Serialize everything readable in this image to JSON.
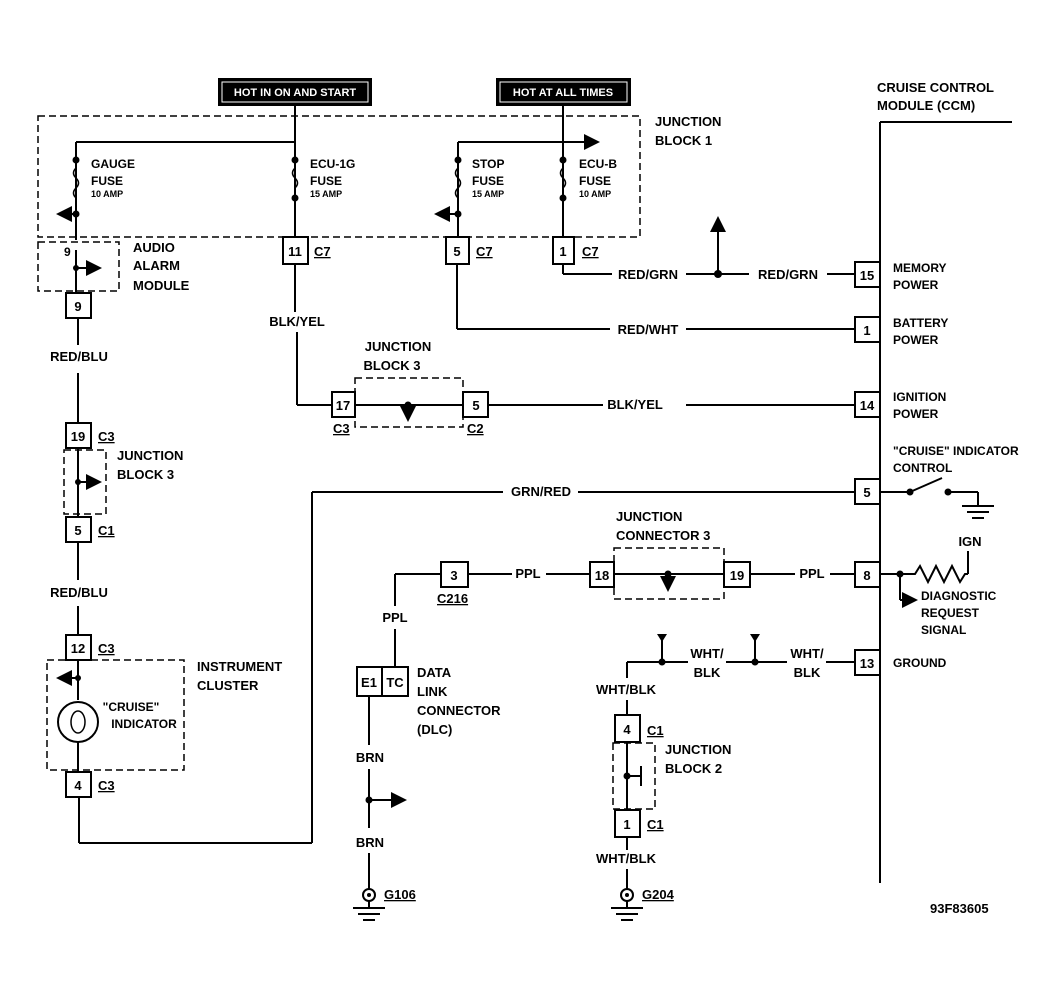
{
  "banners": {
    "hot_on_start": "HOT IN ON AND START",
    "hot_all_times": "HOT AT ALL TIMES"
  },
  "ccm": {
    "title1": "CRUISE CONTROL",
    "title2": "MODULE (CCM)"
  },
  "jb1": {
    "line1": "JUNCTION",
    "line2": "BLOCK 1"
  },
  "fuses": {
    "gauge": {
      "name": "GAUGE",
      "type": "FUSE",
      "rating": "10 AMP"
    },
    "ecu1g": {
      "name": "ECU-1G",
      "type": "FUSE",
      "rating": "15 AMP"
    },
    "stop": {
      "name": "STOP",
      "type": "FUSE",
      "rating": "15 AMP"
    },
    "ecub": {
      "name": "ECU-B",
      "type": "FUSE",
      "rating": "10 AMP"
    }
  },
  "audio": {
    "line1": "AUDIO",
    "line2": "ALARM",
    "line3": "MODULE",
    "pin_top": "9",
    "pin": "9"
  },
  "c7": {
    "pin11": "11",
    "pin5": "5",
    "pin1": "1",
    "conn": "C7"
  },
  "wires": {
    "blk_yel_1": "BLK/YEL",
    "red_grn_1": "RED/GRN",
    "red_grn_2": "RED/GRN",
    "red_wht": "RED/WHT",
    "blk_yel_2": "BLK/YEL",
    "grn_red": "GRN/RED",
    "ppl_1": "PPL",
    "ppl_2": "PPL",
    "ppl_3": "PPL",
    "red_blu_1": "RED/BLU",
    "red_blu_2": "RED/BLU",
    "wht_blk_a1": "WHT/",
    "wht_blk_a2": "BLK",
    "wht_blk_b1": "WHT/",
    "wht_blk_b2": "BLK",
    "wht_blk_3": "WHT/BLK",
    "wht_blk_4": "WHT/BLK",
    "brn_1": "BRN",
    "brn_2": "BRN"
  },
  "ccm_pins": [
    {
      "pin": "15",
      "l1": "MEMORY",
      "l2": "POWER"
    },
    {
      "pin": "1",
      "l1": "BATTERY",
      "l2": "POWER"
    },
    {
      "pin": "14",
      "l1": "IGNITION",
      "l2": "POWER"
    },
    {
      "pin": "5",
      "l1": "\"CRUISE\" INDICATOR",
      "l2": "CONTROL"
    },
    {
      "pin": "8",
      "l1": "DIAGNOSTIC",
      "l2": "REQUEST",
      "l3": "SIGNAL"
    },
    {
      "pin": "13",
      "l1": "GROUND",
      "l2": ""
    }
  ],
  "jb3_mid": {
    "line1": "JUNCTION",
    "line2": "BLOCK 3",
    "pin_left": "17",
    "conn_left": "C3",
    "pin_right": "5",
    "conn_right": "C2"
  },
  "jb3_left": {
    "line1": "JUNCTION",
    "line2": "BLOCK 3",
    "pin_top": "19",
    "conn_top": "C3",
    "pin_bot": "5",
    "conn_bot": "C1"
  },
  "cluster": {
    "line1": "INSTRUMENT",
    "line2": "CLUSTER",
    "ind1": "\"CRUISE\"",
    "ind2": "INDICATOR",
    "pin_top": "12",
    "conn_top": "C3",
    "pin_bot": "4",
    "conn_bot": "C3"
  },
  "c216": {
    "pin": "3",
    "conn": "C216"
  },
  "jc3": {
    "line1": "JUNCTION",
    "line2": "CONNECTOR 3",
    "pin_left": "18",
    "pin_right": "19"
  },
  "dlc": {
    "e1": "E1",
    "tc": "TC",
    "l1": "DATA",
    "l2": "LINK",
    "l3": "CONNECTOR",
    "l4": "(DLC)"
  },
  "ign": "IGN",
  "jb2": {
    "line1": "JUNCTION",
    "line2": "BLOCK 2",
    "pin_top": "4",
    "conn_top": "C1",
    "pin_bot": "1",
    "conn_bot": "C1"
  },
  "grounds": {
    "g106": "G106",
    "g204": "G204"
  },
  "figure_id": "93F83605"
}
